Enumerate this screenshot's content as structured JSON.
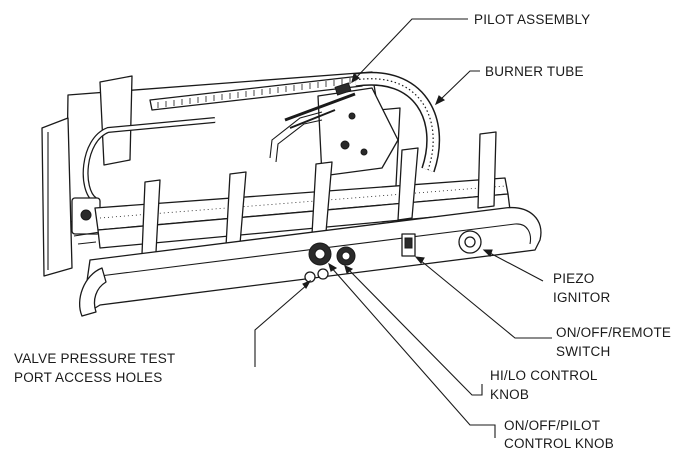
{
  "labels": {
    "pilot_assembly": "PILOT ASSEMBLY",
    "burner_tube": "BURNER TUBE",
    "piezo_1": "PIEZO",
    "piezo_2": "IGNITOR",
    "switch_1": "ON/OFF/REMOTE",
    "switch_2": "SWITCH",
    "valve_1": "VALVE PRESSURE TEST",
    "valve_2": "PORT ACCESS HOLES",
    "hilo_1": "HI/LO CONTROL",
    "hilo_2": "KNOB",
    "pilot_knob_1": "ON/OFF/PILOT",
    "pilot_knob_2": "CONTROL KNOB"
  }
}
